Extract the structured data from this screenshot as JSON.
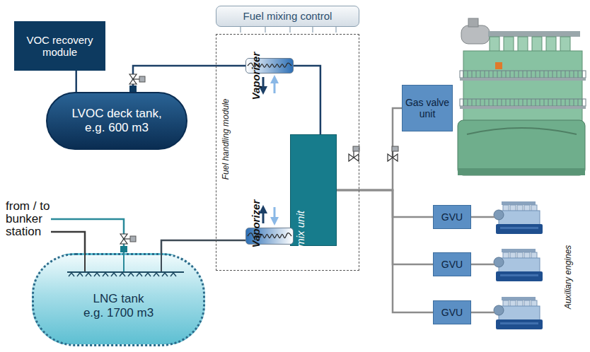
{
  "diagram": {
    "nodes": [
      {
        "text": [
          "Fuel mixing control"
        ]
      },
      {
        "text": [
          "VOC recovery module"
        ]
      },
      {
        "text": [
          "Fuel handling module"
        ]
      },
      {
        "text": [
          "Vaporizer"
        ],
        "in": 2
      },
      {
        "text": [
          "Fuel mix unit"
        ],
        "in": 2
      },
      {
        "text": [
          "Vaporizer"
        ],
        "in": 2
      },
      {
        "text": [
          "LVOC deck tank, e.g. 600 m3"
        ]
      },
      {
        "text": [
          "Gas valve unit"
        ]
      },
      {
        "text": [
          "LNG tank e.g. 1700 m3"
        ]
      },
      {
        "text": [
          "GVU"
        ]
      },
      {
        "text": [
          "GVU"
        ]
      },
      {
        "text": [
          "GVU"
        ]
      }
    ],
    "edges": [
      {
        "from": 1,
        "to": 6,
        "arrow": "none"
      },
      {
        "from": 6,
        "to": 3,
        "arrow": "none"
      },
      {
        "from": 3,
        "to": 4,
        "arrow": "none"
      },
      {
        "from": 8,
        "to": 5,
        "arrow": "none"
      },
      {
        "from": 5,
        "to": 4,
        "arrow": "none"
      },
      {
        "from": 4,
        "to": 7,
        "arrow": "none"
      },
      {
        "from": 4,
        "to": 9,
        "arrow": "none"
      },
      {
        "from": 4,
        "to": 10,
        "arrow": "none"
      },
      {
        "from": 4,
        "to": 11,
        "arrow": "none"
      }
    ],
    "labels": [
      "from / to bunker station",
      "Auxiliary engines"
    ]
  }
}
